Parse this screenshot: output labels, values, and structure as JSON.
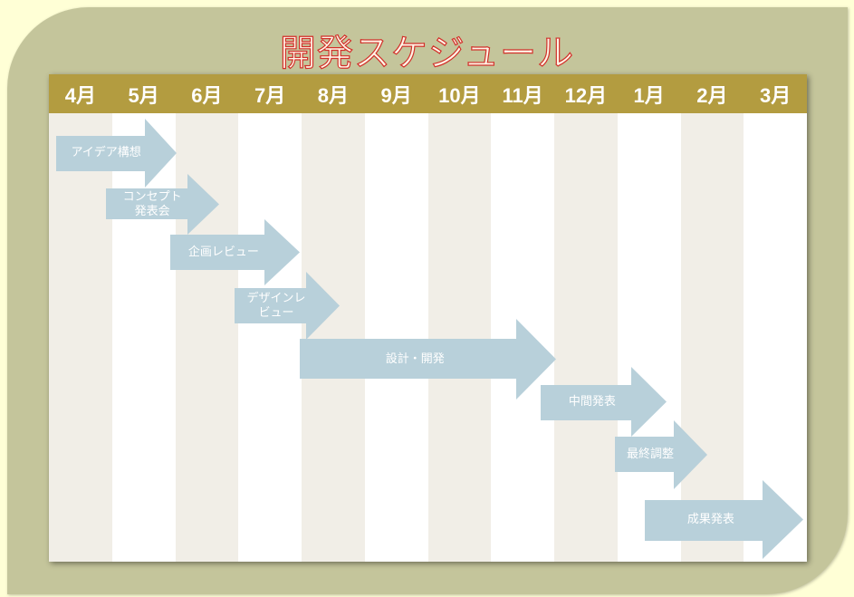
{
  "title": "開発スケジュール",
  "months": [
    "4月",
    "5月",
    "6月",
    "7月",
    "8月",
    "9月",
    "10月",
    "11月",
    "12月",
    "1月",
    "2月",
    "3月"
  ],
  "tasks": [
    {
      "label": "アイデア構想"
    },
    {
      "label": "コンセプト\n発表会"
    },
    {
      "label": "企画レビュー"
    },
    {
      "label": "デザインレ\nビュー"
    },
    {
      "label": "設計・開発"
    },
    {
      "label": "中間発表"
    },
    {
      "label": "最終調整"
    },
    {
      "label": "成果発表"
    }
  ],
  "colors": {
    "header": "#b39c40",
    "arrow": "#b8d0da",
    "title_stroke": "#d2302a",
    "frame": "#c4c59b"
  }
}
